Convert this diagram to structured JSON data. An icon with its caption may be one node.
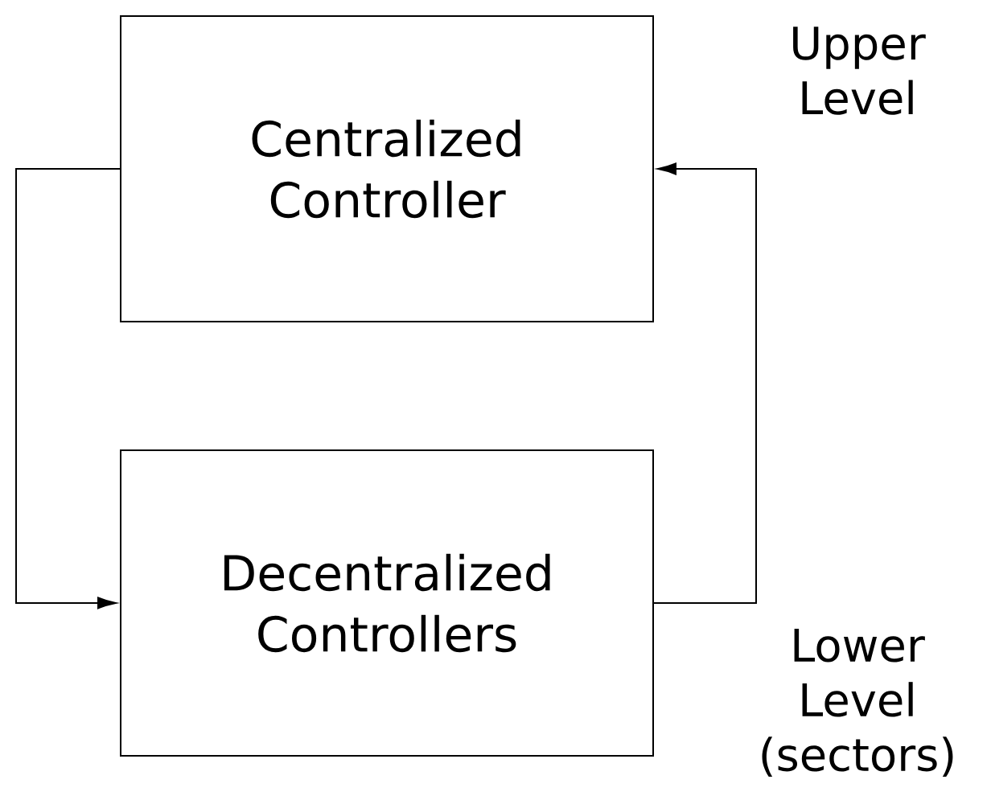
{
  "diagram": {
    "nodes": [
      {
        "text": [
          "Centralized Controller"
        ]
      },
      {
        "text": [
          "Decentralized Controllers"
        ]
      }
    ],
    "edges": [
      {
        "from": 0,
        "to": 1,
        "arrow": "to"
      },
      {
        "from": 1,
        "to": 0,
        "arrow": "to"
      }
    ],
    "labels": [
      "Upper Level",
      "Lower Level (sectors)"
    ]
  }
}
